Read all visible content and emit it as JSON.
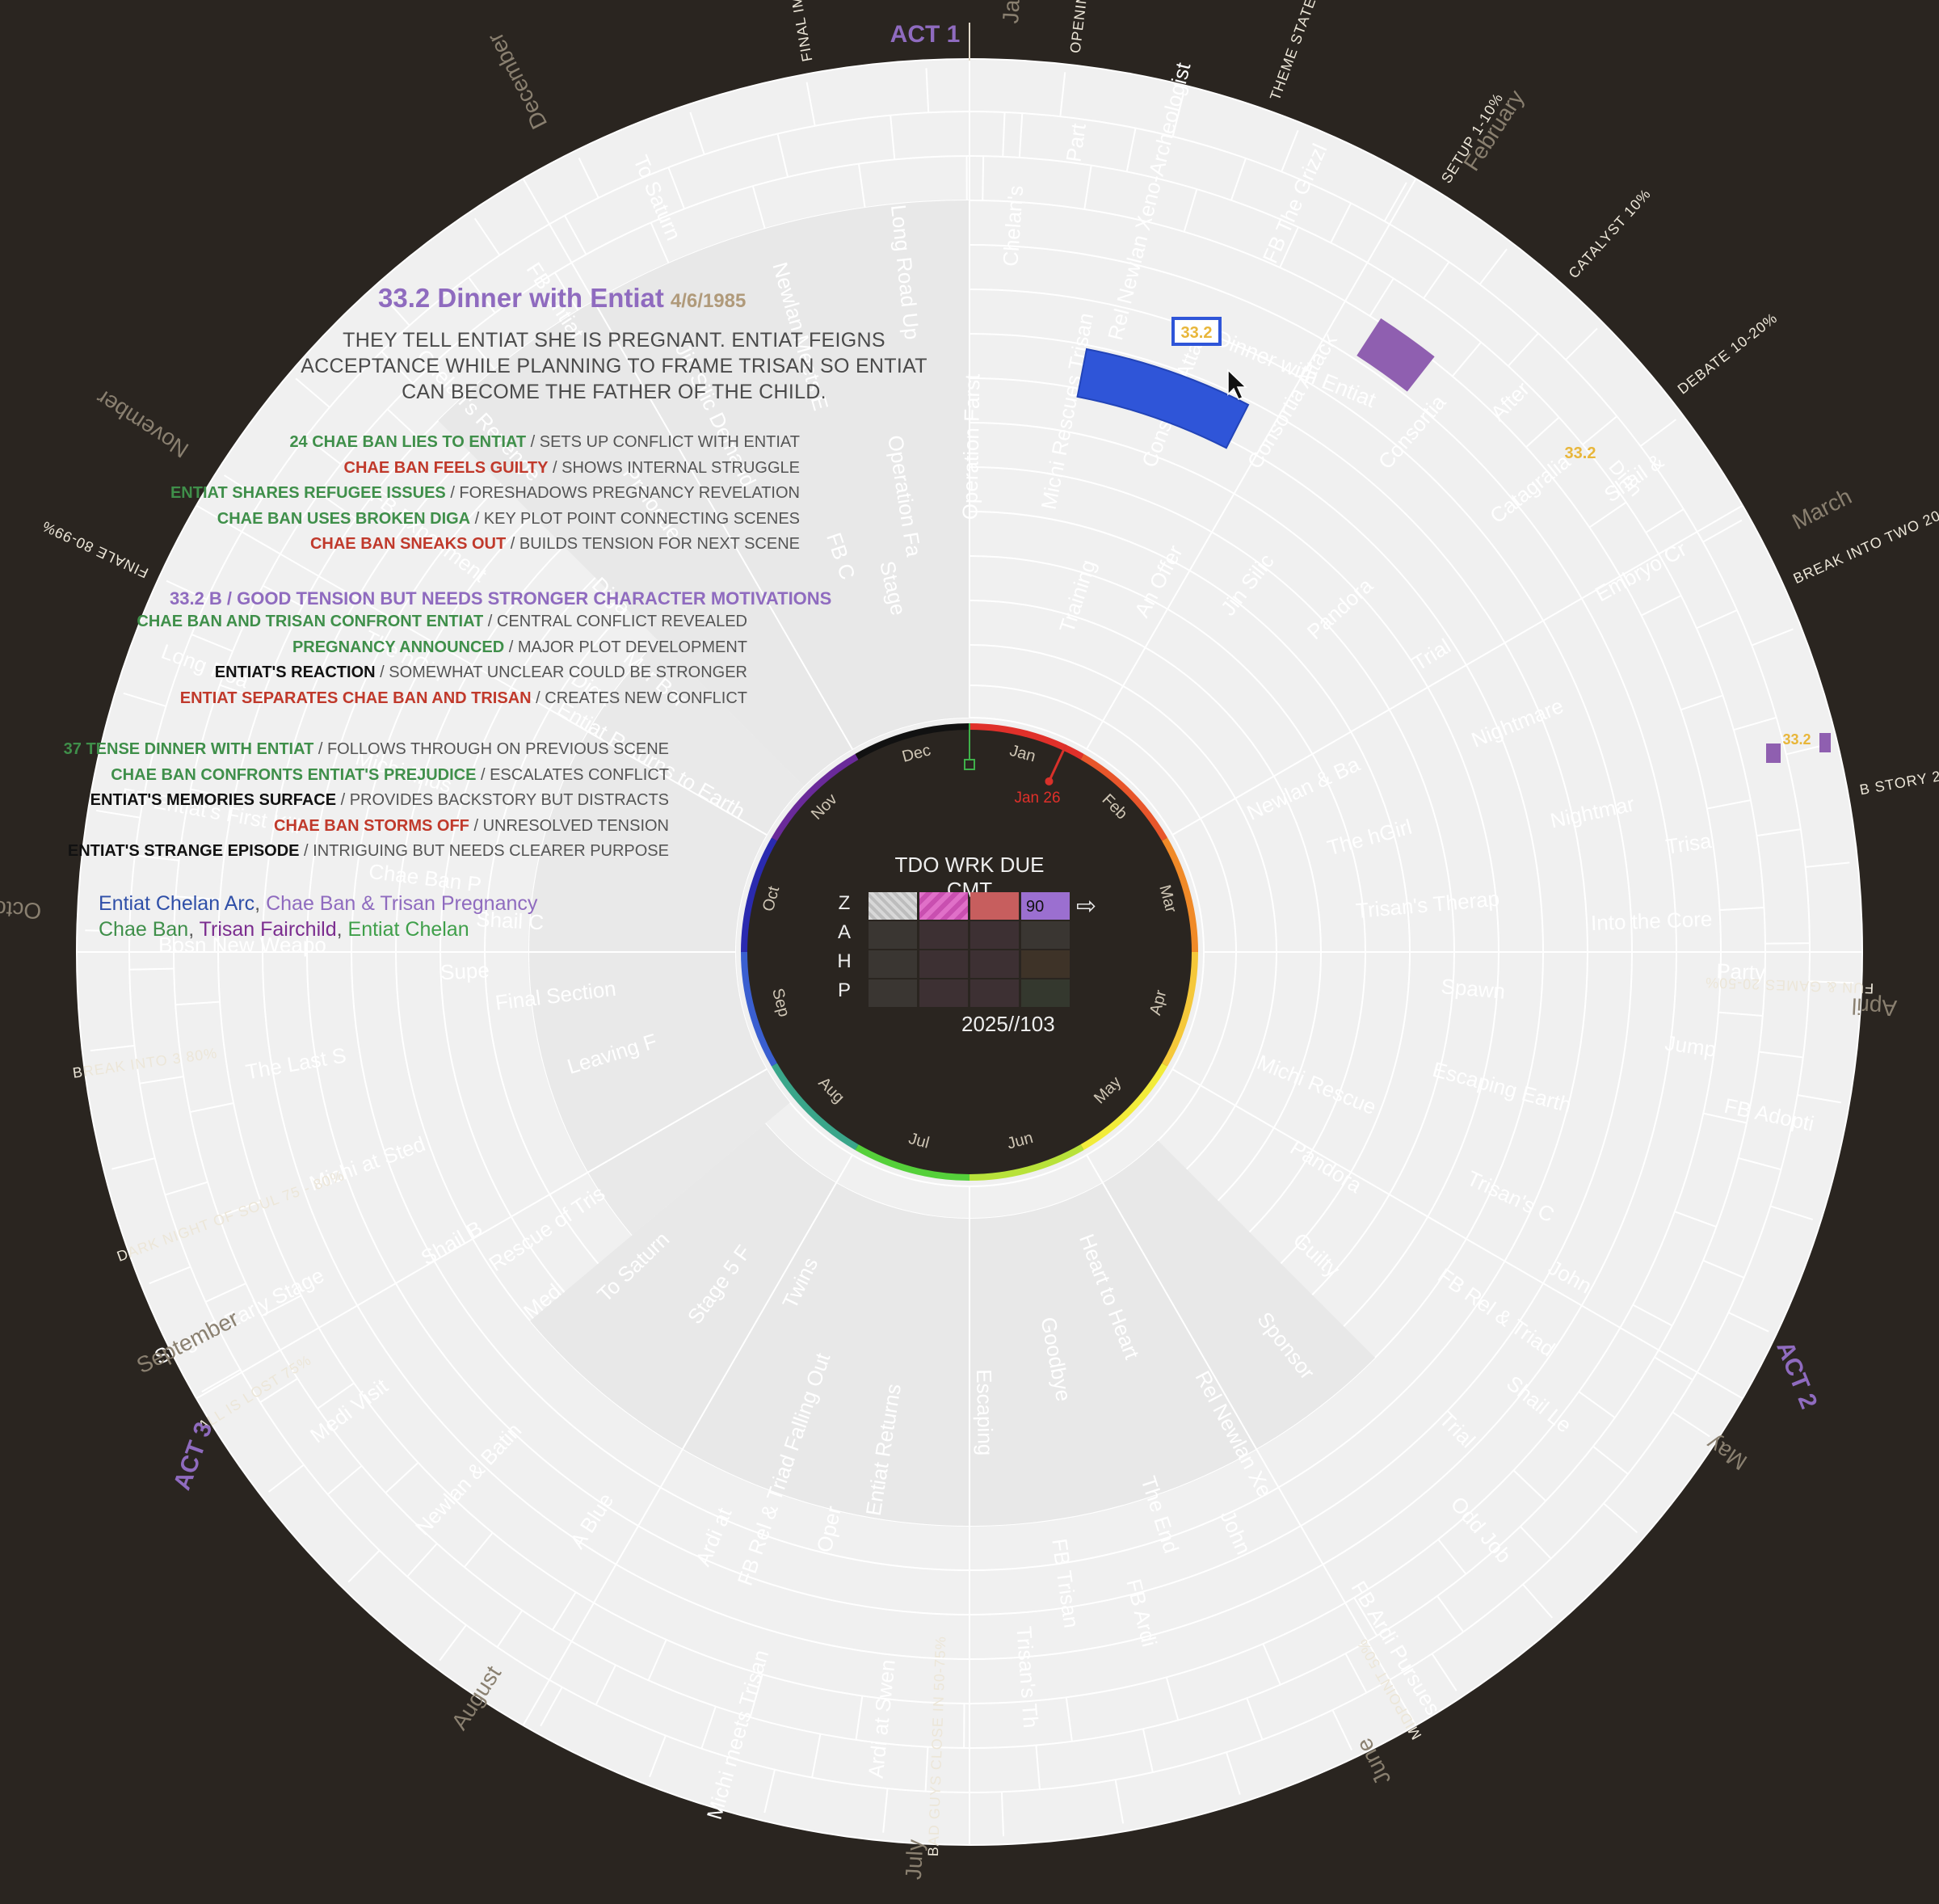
{
  "acts": [
    {
      "label": "ACT 1"
    },
    {
      "label": "ACT 2"
    },
    {
      "label": "ACT 3"
    }
  ],
  "months": [
    "January",
    "February",
    "March",
    "April",
    "May",
    "June",
    "July",
    "August",
    "September",
    "October",
    "November",
    "December"
  ],
  "inner_months": [
    "Jan",
    "Feb",
    "Mar",
    "Apr",
    "May",
    "Jun",
    "Jul",
    "Aug",
    "Sep",
    "Oct",
    "Nov",
    "Dec"
  ],
  "today_marker": "Jan 26",
  "beats": [
    "OPENING IMAGE",
    "THEME STATED 5%",
    "SETUP 1-10%",
    "CATALYST 10%",
    "DEBATE 10-20%",
    "BREAK INTO TWO 20%",
    "B STORY 22%",
    "FUN & GAMES 20-50%",
    "MIDPOINT 50%",
    "BAD GUYS CLOSE IN 50-75%",
    "ALL IS LOST 75%",
    "DARK NIGHT OF SOUL 75 - 80%",
    "BREAK INTO 3 80%",
    "FINALE 80-99%",
    "FINAL IMAGE 100%"
  ],
  "scene_titles_ring": [
    "Part",
    "After",
    "Trisa",
    "John",
    "John",
    "Oper",
    "Medi",
    "Supe",
    "Diga",
    "FB C",
    "Training",
    "Shail &",
    "Party",
    "Shail Le",
    "FB Ardi",
    "Ardi at",
    "Shail B",
    "Chae Ban P",
    "Diga",
    "Operation Fa",
    "An Offer",
    "Newlan & Ba",
    "FB Adopti",
    "Odd Job",
    "Trisan's Th",
    "A Blue",
    "Michi at Sted",
    "Michi finds",
    "Prologue",
    "Operation Farst",
    "Jin Silic",
    "The hGirl",
    "Michi Rescue",
    "FB Ardi Pursues",
    "Ardi at Swen",
    "Newlan & Batin",
    "The Last S",
    "The hGirl",
    "Jin Silic Demand",
    "Michi Rescues Trisan",
    "Pandora",
    "Trisan's Therap",
    "Pandora",
    "Heart to Heart",
    "Michi meets Trisan",
    "Medi Visit",
    "Bosn New Weapo",
    "FB Experiment",
    "Newlan Meets E",
    "Consortia Attack",
    "Trial",
    "Spawn",
    "Guilty",
    "Goodbye",
    "Twins",
    "Stage 5 Early Stage",
    "FB Entiat's First Kill",
    "Chelan's Revenge",
    "Long Road Up",
    "Consortia Attack",
    "Nightmare",
    "Escaping Earth",
    "Sponsor",
    "Escaping",
    "Stage 5 F",
    "Leaving F",
    "Long Roa",
    "FB Entiat",
    "Chelan's",
    "Consortia",
    "Nightmar",
    "Trisan's C",
    "Rel Newlan Xe",
    "Entiat Returns",
    "To Saturn",
    "Final Section",
    "Entiat Returns to Earth",
    "To Saturn",
    "Rel Newlan Xeno-Archeologist",
    "Catagralia",
    "Into the Core",
    "FB Rel & Triad",
    "The End",
    "FB Rel & Triad Falling Out",
    "Rescue of Tris",
    "Shail C",
    "Mur Bar",
    "Stage",
    "FB The Grizzl",
    "Embryo Cr",
    "Jump",
    "Trial",
    "FB Trisan"
  ],
  "dragged_scene": {
    "number": "33.2",
    "title": "Dinner with Entiat"
  },
  "dragged_scene_outer": {
    "number": "33.2",
    "title": "Dinn"
  },
  "dragged_scene_far": {
    "number": "33.2"
  },
  "synopsis": {
    "title": "33.2 Dinner with Entiat",
    "date": "4/6/1985",
    "description": "THEY TELL ENTIAT SHE IS PREGNANT. ENTIAT FEIGNS ACCEPTANCE WHILE PLANNING TO FRAME TRISAN SO ENTIAT CAN BECOME THE FATHER OF THE CHILD."
  },
  "notes_group1": [
    {
      "hl": "24 CHAE BAN LIES TO ENTIAT",
      "rest": " / SETS UP CONFLICT WITH ENTIAT",
      "color": "#3f8f4a"
    },
    {
      "hl": "CHAE BAN FEELS GUILTY",
      "rest": " / SHOWS INTERNAL STRUGGLE",
      "color": "#c0392b"
    },
    {
      "hl": "ENTIAT SHARES REFUGEE ISSUES",
      "rest": " / FORESHADOWS PREGNANCY REVELATION",
      "color": "#3f8f4a"
    },
    {
      "hl": "CHAE BAN USES BROKEN DIGA",
      "rest": " / KEY PLOT POINT CONNECTING SCENES",
      "color": "#3f8f4a"
    },
    {
      "hl": "CHAE BAN SNEAKS OUT",
      "rest": " / BUILDS TENSION FOR NEXT SCENE",
      "color": "#c0392b"
    }
  ],
  "notes_group2_header": "33.2 B / GOOD TENSION BUT NEEDS STRONGER CHARACTER MOTIVATIONS",
  "notes_group2": [
    {
      "hl": "CHAE BAN AND TRISAN CONFRONT ENTIAT",
      "rest": " / CENTRAL CONFLICT REVEALED",
      "color": "#3f8f4a"
    },
    {
      "hl": "PREGNANCY ANNOUNCED",
      "rest": " / MAJOR PLOT DEVELOPMENT",
      "color": "#3f8f4a"
    },
    {
      "hl": "ENTIAT'S REACTION",
      "rest": " / SOMEWHAT UNCLEAR COULD BE STRONGER",
      "color": "#111111"
    },
    {
      "hl": "ENTIAT SEPARATES CHAE BAN AND TRISAN",
      "rest": " / CREATES NEW CONFLICT",
      "color": "#c0392b"
    }
  ],
  "notes_group3": [
    {
      "hl": "37 TENSE DINNER WITH ENTIAT",
      "rest": " / FOLLOWS THROUGH ON PREVIOUS SCENE",
      "color": "#3f8f4a"
    },
    {
      "hl": "CHAE BAN CONFRONTS ENTIAT'S PREJUDICE",
      "rest": " / ESCALATES CONFLICT",
      "color": "#3f8f4a"
    },
    {
      "hl": "ENTIAT'S MEMORIES SURFACE",
      "rest": " / PROVIDES BACKSTORY BUT DISTRACTS",
      "color": "#111111"
    },
    {
      "hl": "CHAE BAN STORMS OFF",
      "rest": " / UNRESOLVED TENSION",
      "color": "#c0392b"
    },
    {
      "hl": "ENTIAT'S STRANGE EPISODE",
      "rest": " / INTRIGUING BUT NEEDS CLEARER PURPOSE",
      "color": "#111111"
    }
  ],
  "legend": {
    "arcs": [
      {
        "name": "Entiat Chelan Arc",
        "color": "#2f4fa8"
      },
      {
        "name": "Chae Ban & Trisan Pregnancy",
        "color": "#8f6bbf"
      }
    ],
    "characters": [
      {
        "name": "Chae Ban",
        "color": "#3f8f4a"
      },
      {
        "name": "Trisan Fairchild",
        "color": "#7b2d8f"
      },
      {
        "name": "Entiat Chelan",
        "color": "#3f9f4a"
      }
    ]
  },
  "status_grid": {
    "columns": [
      "TDO",
      "WRK",
      "DUE",
      "CMT"
    ],
    "rows": [
      "Z",
      "A",
      "H",
      "P"
    ],
    "count_value": "90",
    "year_label": "2025//103"
  },
  "colors": {
    "background": "#2a2520",
    "ring": "#f0f0f0",
    "dragged_scene": "#2f55d8",
    "purple_scene": "#8f5fb0",
    "act_label": "#8f6bbf",
    "today": "#d8312a"
  }
}
